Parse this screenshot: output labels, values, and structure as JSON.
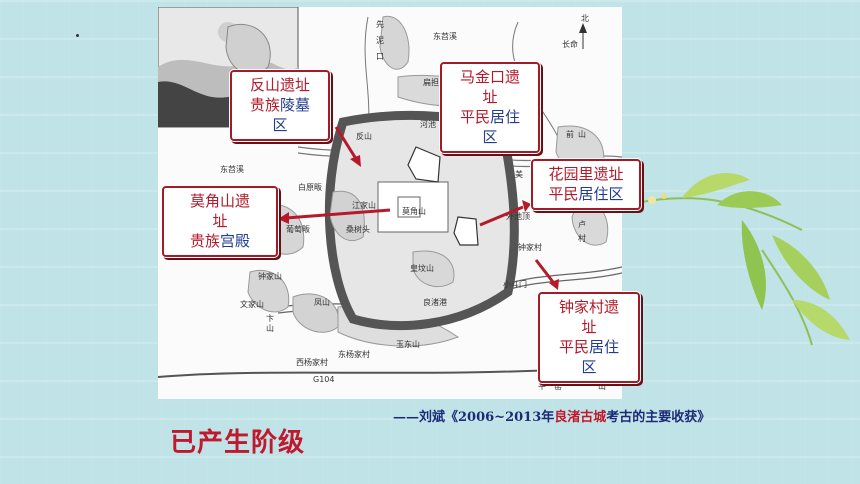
{
  "map_labels": {
    "north": "北",
    "dongtiaoxi_top": "东苕溪",
    "dongtiaoxi_left": "东苕溪",
    "xiansuo": "先",
    "ni": "泥",
    "kou": "口",
    "pingzhanshan": "扁担山",
    "hechi": "河池",
    "fanshan_small": "反山",
    "baiyuanguan": "白原畈",
    "jiangjiashan": "江家山",
    "mojiaoshan_small": "莫角山",
    "taojiashan": "桑树头",
    "putaoban": "葡萄畈",
    "huangfenshan": "皇坟山",
    "zhongjiacun_small": "钟家村",
    "xiaodoumen": "小斗门",
    "zhongjiashan": "钟家山",
    "wenjiashan": "文家山",
    "bian": "卞",
    "shan": "山",
    "fengshan": "凤山",
    "liangzhugang": "良渚港",
    "xiyang": "西杨家村",
    "dongyang": "东杨家村",
    "yudong": "玉东山",
    "g104": "G104",
    "ping": "平",
    "yao": "窑",
    "shan2": "山",
    "qian": "前",
    "shan3": "山",
    "mei": "美",
    "waichi": "外池顶",
    "lu": "卢",
    "cun": "村",
    "changming": "长命"
  },
  "boxes": {
    "fanshan": {
      "line1": "反山遗址",
      "line2_red": "贵族",
      "line2_blue": "陵墓",
      "line3": "区"
    },
    "majinkou": {
      "line1": "马金口遗",
      "line2": "址",
      "line3_red": "平民",
      "line3_blue": "居住",
      "line4": "区"
    },
    "huayuanli": {
      "line1": "花园里遗址",
      "line2_red": "平民",
      "line2_blue": "居住区"
    },
    "mojiaoshan": {
      "line1": "莫角山遗",
      "line2": "址",
      "line3_red": "贵族",
      "line3_blue": "宫殿"
    },
    "zhongjiacun": {
      "line1": "钟家村遗",
      "line2": "址",
      "line3_red": "平民",
      "line3_blue": "居住",
      "line4": "区"
    }
  },
  "footer": {
    "prefix": "——刘斌《2006~2013年",
    "highlight": "良渚古城",
    "suffix": "考古的主要收获》"
  },
  "heading": "已产生阶级"
}
